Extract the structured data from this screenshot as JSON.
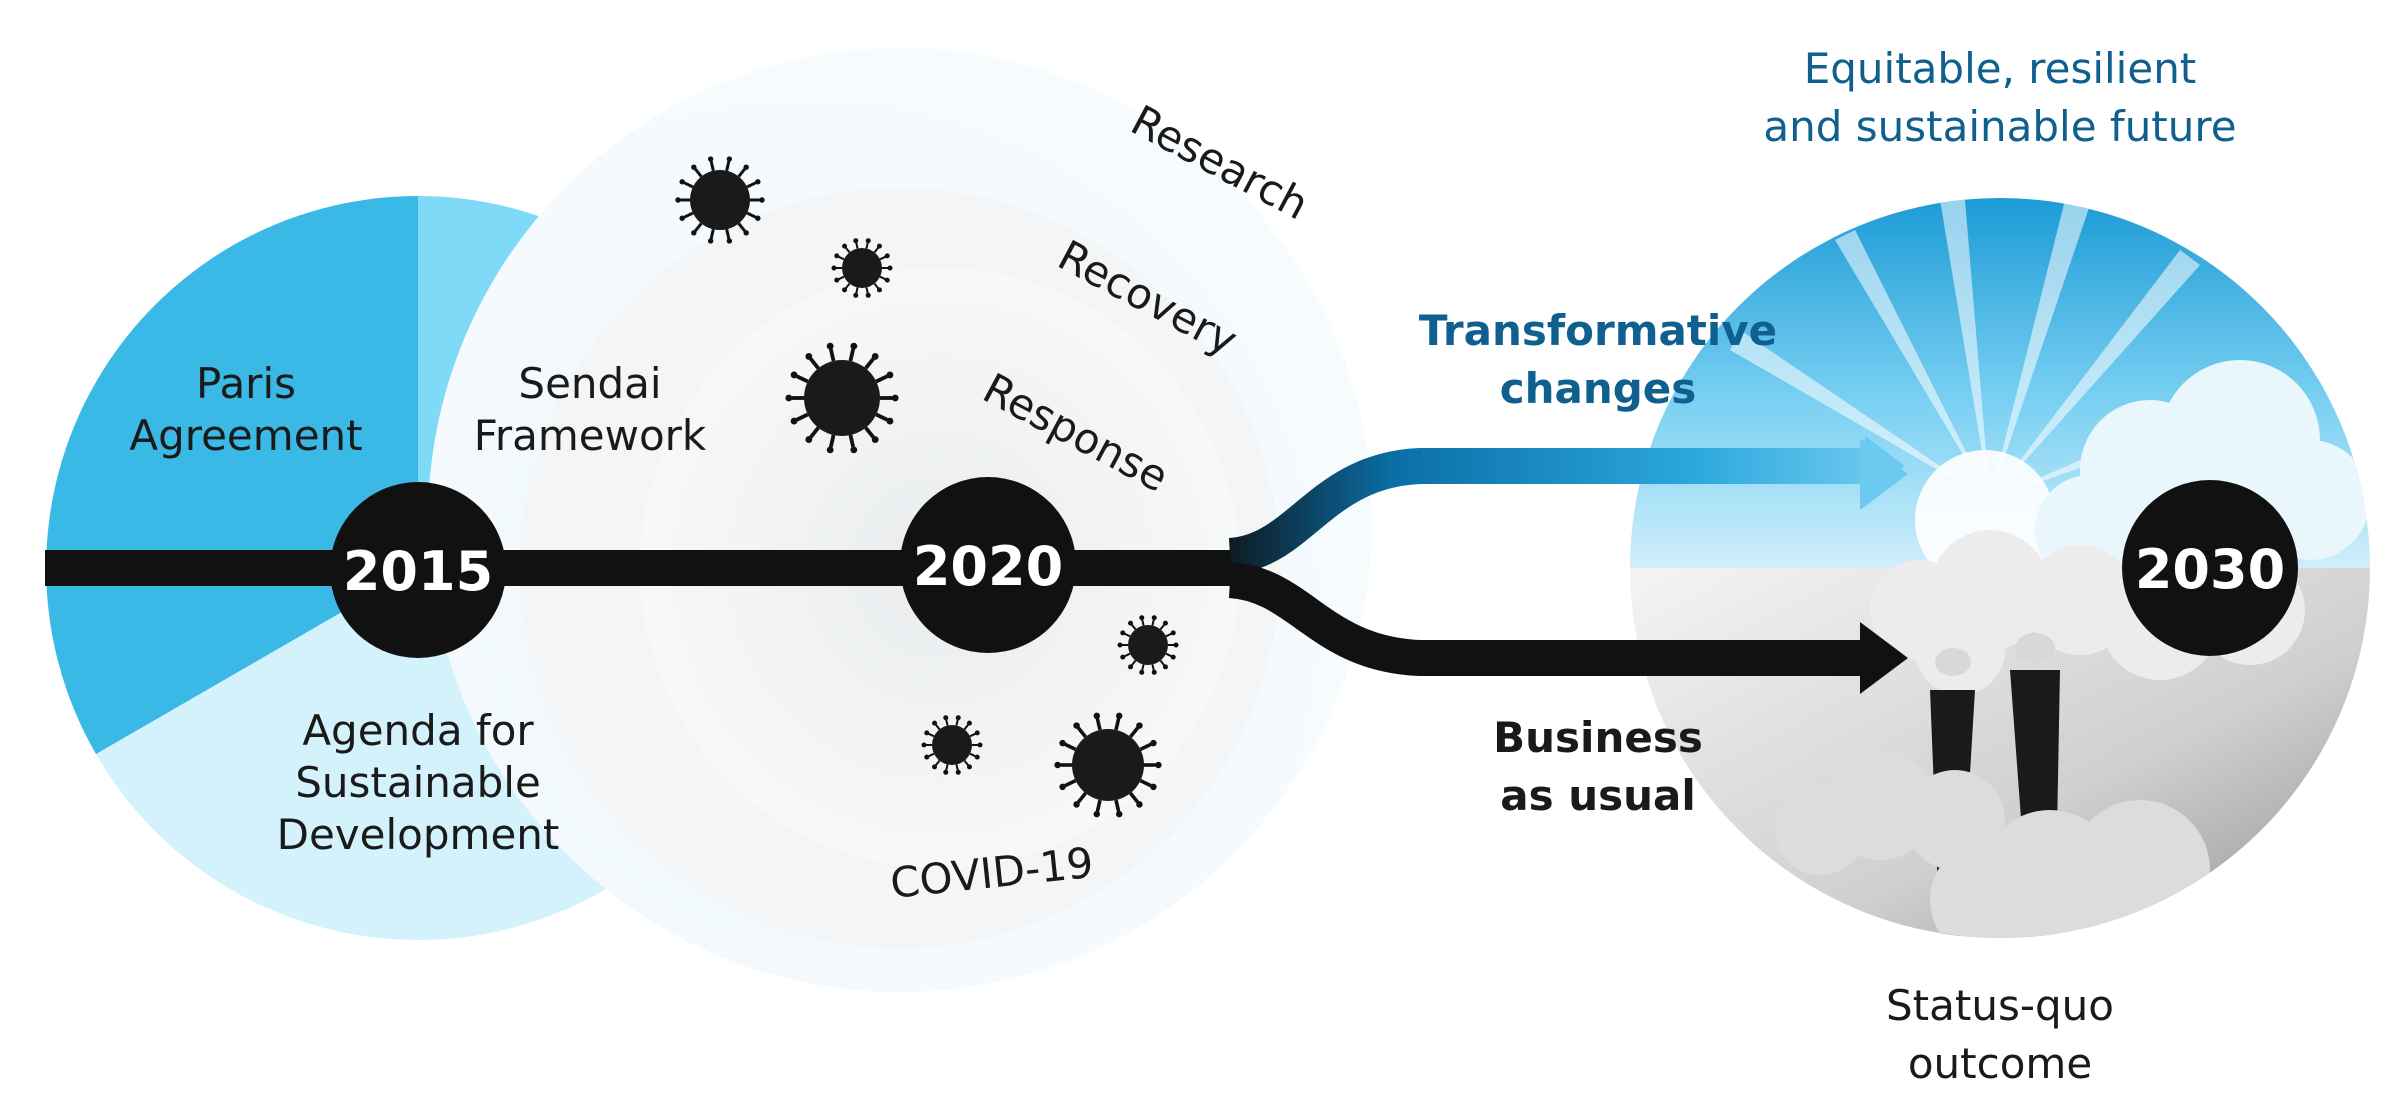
{
  "frameworks": {
    "paris": [
      "Paris",
      "Agreement"
    ],
    "sendai": [
      "Sendai",
      "Framework"
    ],
    "agenda": [
      "Agenda for",
      "Sustainable",
      "Development"
    ]
  },
  "years": {
    "y2015": "2015",
    "y2020": "2020",
    "y2030": "2030"
  },
  "covid": {
    "label": "COVID-19",
    "rings": {
      "research": "Research",
      "recovery": "Recovery",
      "response": "Response"
    }
  },
  "paths": {
    "transformative": [
      "Transformative",
      "changes"
    ],
    "business": [
      "Business",
      "as usual"
    ]
  },
  "outcomes": {
    "future": [
      "Equitable, resilient",
      "and sustainable future"
    ],
    "status_quo": [
      "Status-quo",
      "outcome"
    ]
  },
  "colors": {
    "paris": "#3ab9e6",
    "sendai": "#7fdaf7",
    "agenda": "#d3f2fc",
    "dark": "#111111",
    "blue_text": "#0f5f8f",
    "arrow_blue": "#1a8cc4"
  }
}
